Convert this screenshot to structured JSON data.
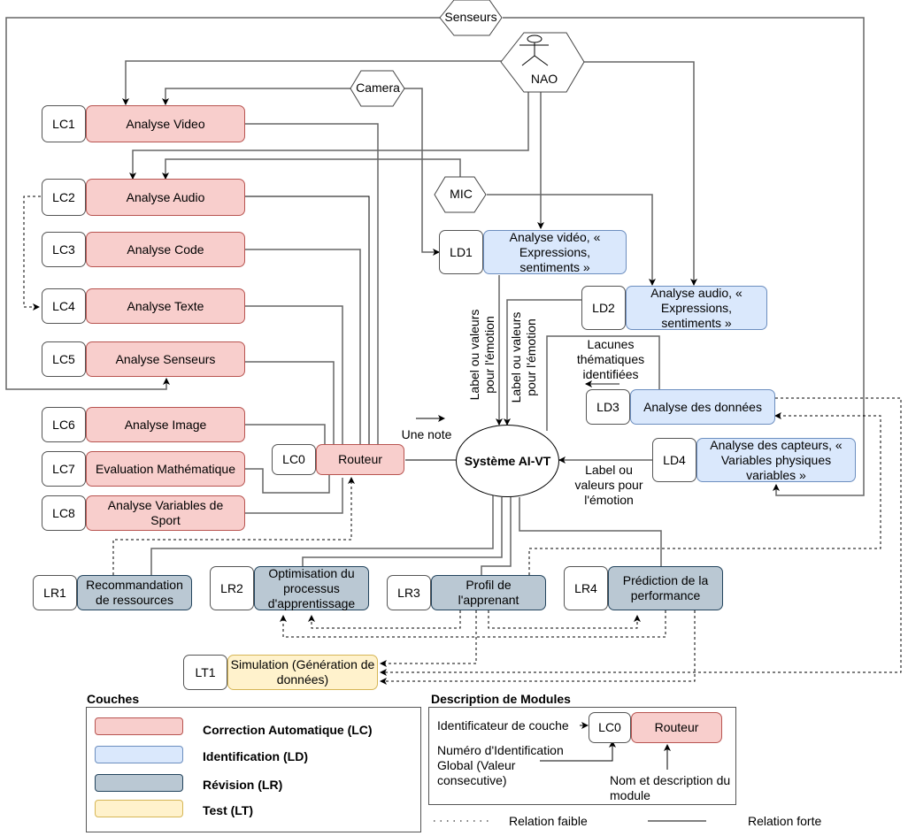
{
  "diagram": {
    "center": {
      "label": "Système AI-VT"
    },
    "sources": {
      "senseurs": "Senseurs",
      "camera": "Camera",
      "nao": "NAO",
      "mic": "MIC"
    },
    "router": {
      "id": "LC0",
      "label": "Routeur"
    },
    "lc_modules": [
      {
        "id": "LC1",
        "label": "Analyse Video"
      },
      {
        "id": "LC2",
        "label": "Analyse Audio"
      },
      {
        "id": "LC3",
        "label": "Analyse Code"
      },
      {
        "id": "LC4",
        "label": "Analyse Texte"
      },
      {
        "id": "LC5",
        "label": "Analyse Senseurs"
      },
      {
        "id": "LC6",
        "label": "Analyse Image"
      },
      {
        "id": "LC7",
        "label": "Evaluation Mathématique"
      },
      {
        "id": "LC8",
        "label": "Analyse Variables de Sport"
      }
    ],
    "ld_modules": [
      {
        "id": "LD1",
        "label": "Analyse vidéo, « Expressions, sentiments »"
      },
      {
        "id": "LD2",
        "label": "Analyse audio, « Expressions, sentiments »"
      },
      {
        "id": "LD3",
        "label": "Analyse des données"
      },
      {
        "id": "LD4",
        "label": "Analyse des capteurs, « Variables physiques variables »"
      }
    ],
    "lr_modules": [
      {
        "id": "LR1",
        "label": "Recommandation de ressources"
      },
      {
        "id": "LR2",
        "label": "Optimisation du processus d'apprentissage"
      },
      {
        "id": "LR3",
        "label": "Profil de l'apprenant"
      },
      {
        "id": "LR4",
        "label": "Prédiction de la performance"
      }
    ],
    "lt_modules": [
      {
        "id": "LT1",
        "label": "Simulation (Génération de données)"
      }
    ],
    "edge_labels": {
      "une_note": "Une note",
      "ld1_label": "Label ou valeurs pour l'émotion",
      "ld2_label": "Label ou valeurs pour l'émotion",
      "ld4_label": "Label ou valeurs pour l'émotion",
      "lacunes": "Lacunes thématiques identifiées"
    }
  },
  "legend": {
    "couches_title": "Couches",
    "layers": [
      {
        "name": "Correction Automatique (LC)",
        "fill": "#f8cecc",
        "stroke": "#b85450"
      },
      {
        "name": "Identification (LD)",
        "fill": "#dae8fc",
        "stroke": "#6c8ebf"
      },
      {
        "name": "Révision (LR)",
        "fill": "#bac8d3",
        "stroke": "#23445d"
      },
      {
        "name": "Test (LT)",
        "fill": "#fff2cc",
        "stroke": "#d6b656"
      }
    ],
    "description_title": "Description de Modules",
    "example": {
      "id": "LC0",
      "label": "Routeur"
    },
    "annotations": {
      "identificateur": "Identificateur de couche",
      "numero": "Numéro d'Identification Global (Valeur consecutive)",
      "nom": "Nom et description du module"
    },
    "relations": {
      "faible": "Relation faible",
      "forte": "Relation forte"
    }
  }
}
